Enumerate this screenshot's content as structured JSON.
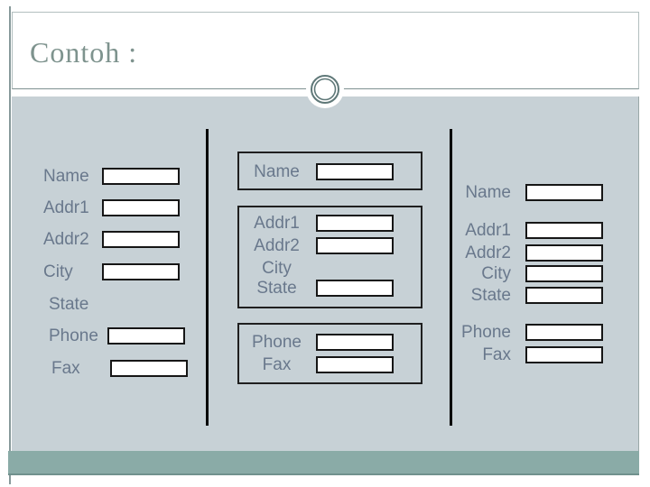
{
  "slide": {
    "title": "Contoh :",
    "colors": {
      "content_background": "#c7d1d6",
      "footer_band": "#8aaba7",
      "accent_line": "#87999a",
      "title_text": "#7e938e",
      "label_text": "#69788c",
      "divider_line": "#060606",
      "field_border": "#161616",
      "ornament_ring": "#5f7878"
    }
  },
  "columns": {
    "left": {
      "alignment": "left-aligned labels, no group borders",
      "fields": [
        {
          "label": "Name",
          "has_box": true
        },
        {
          "label": "Addr1",
          "has_box": true
        },
        {
          "label": "Addr2",
          "has_box": true
        },
        {
          "label": "City",
          "has_box": true
        },
        {
          "label": "State",
          "has_box": false
        },
        {
          "label": "Phone",
          "has_box": true
        },
        {
          "label": "Fax",
          "has_box": true
        }
      ]
    },
    "middle": {
      "alignment": "centered labels inside bordered group boxes",
      "groups": [
        {
          "fields": [
            {
              "label": "Name",
              "has_box": true
            }
          ]
        },
        {
          "fields": [
            {
              "label": "Addr1",
              "has_box": true
            },
            {
              "label": "Addr2",
              "has_box": true
            },
            {
              "label": "City",
              "has_box": false
            },
            {
              "label": "State",
              "has_box": true
            }
          ]
        },
        {
          "fields": [
            {
              "label": "Phone",
              "has_box": true
            },
            {
              "label": "Fax",
              "has_box": true
            }
          ]
        }
      ]
    },
    "right": {
      "alignment": "right-aligned labels, spaced groups without borders",
      "groups": [
        {
          "fields": [
            {
              "label": "Name",
              "has_box": true
            }
          ]
        },
        {
          "fields": [
            {
              "label": "Addr1",
              "has_box": true
            },
            {
              "label": "Addr2",
              "has_box": true
            },
            {
              "label": "City",
              "has_box": true
            },
            {
              "label": "State",
              "has_box": true
            }
          ]
        },
        {
          "fields": [
            {
              "label": "Phone",
              "has_box": true
            },
            {
              "label": "Fax",
              "has_box": true
            }
          ]
        }
      ]
    }
  }
}
